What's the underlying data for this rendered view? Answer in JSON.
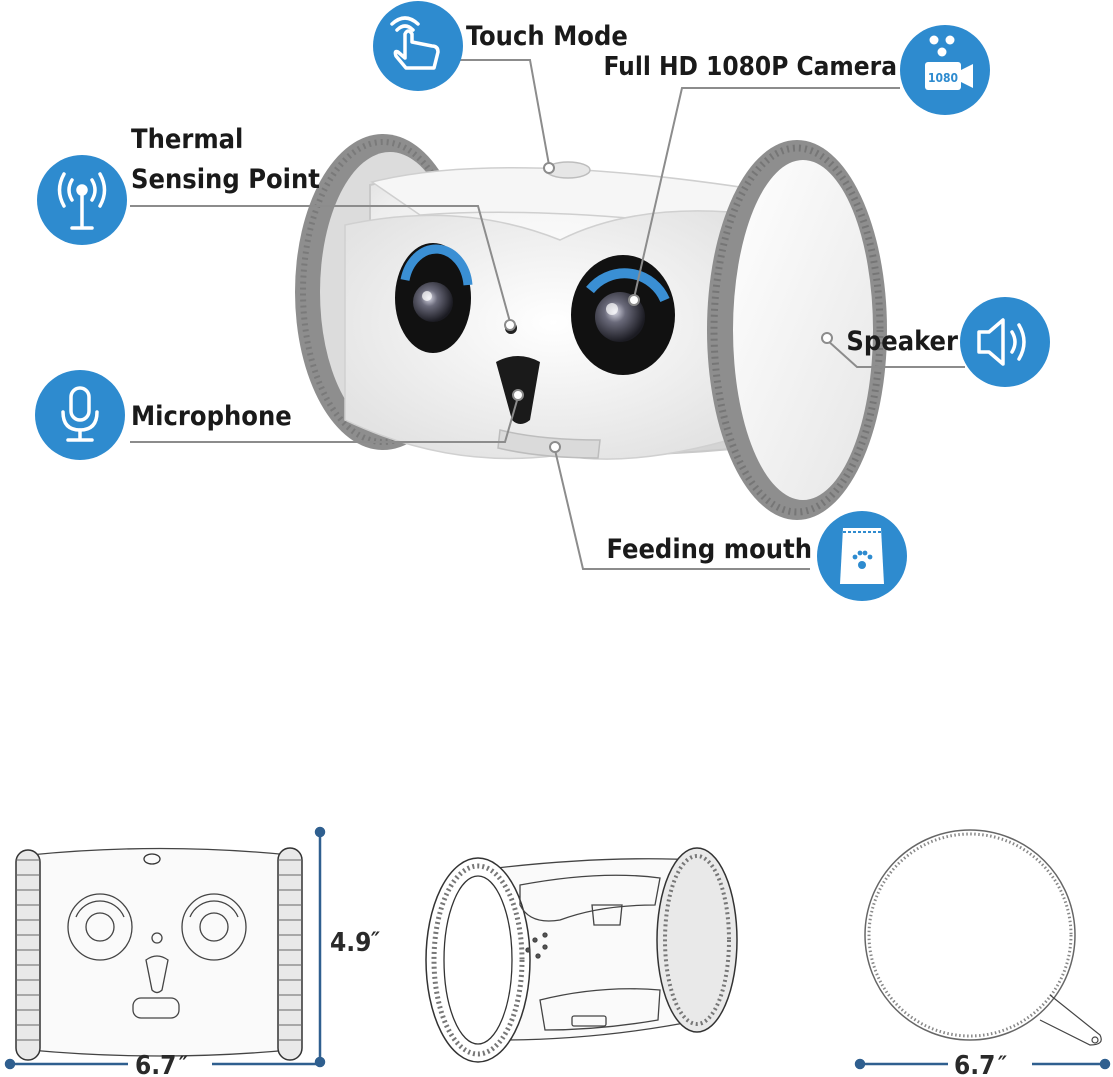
{
  "features": {
    "touch_mode": "Touch Mode",
    "camera": "Full HD 1080P Camera",
    "camera_badge": "1080",
    "thermal_line1": "Thermal",
    "thermal_line2": "Sensing Point",
    "speaker": "Speaker",
    "microphone": "Microphone",
    "feeding_mouth": "Feeding mouth"
  },
  "dimensions": {
    "front_width": "6.7",
    "height": "4.9",
    "side_width": "6.7",
    "unit_mark": "″"
  },
  "icons": {
    "touch_mode": "hand-tap-icon",
    "camera": "video-camera-1080-icon",
    "thermal": "antenna-signal-icon",
    "speaker": "speaker-icon",
    "microphone": "microphone-icon",
    "feeding_mouth": "pet-food-bag-icon"
  },
  "colors": {
    "icon_circle": "#2E8BCF",
    "leader_line": "#8c8c8c",
    "dimension_line": "#2f5f8f",
    "wheel": "#8f8f8f",
    "body": "#f1f1f1",
    "eye_ring": "#3a8fd4"
  }
}
